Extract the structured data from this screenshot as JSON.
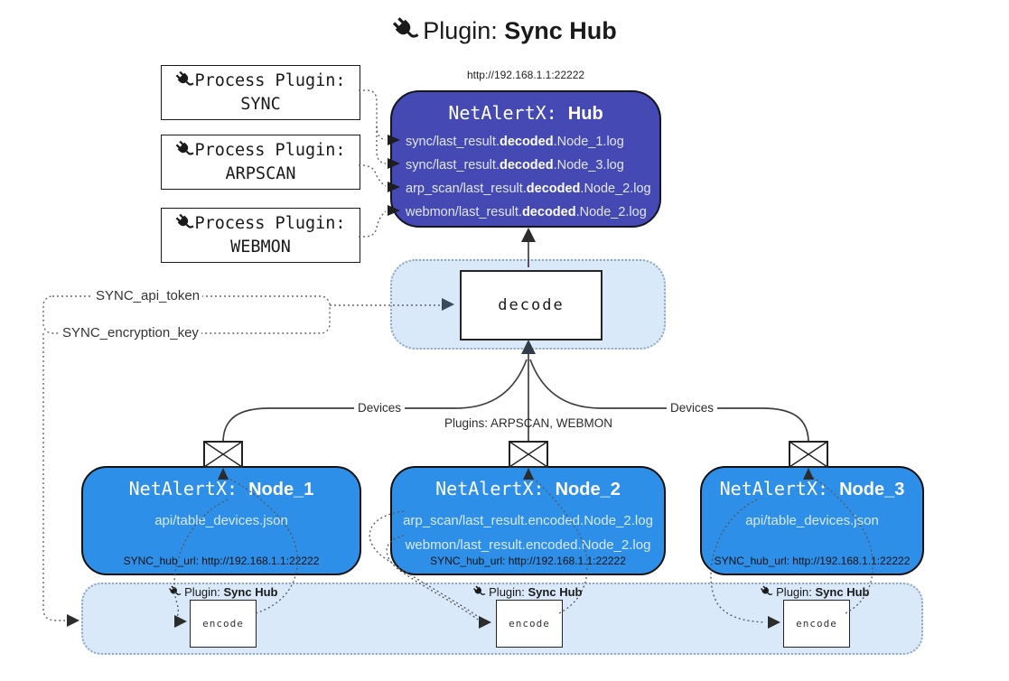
{
  "title": {
    "prefix": "Plugin:",
    "name": "Sync Hub"
  },
  "process_plugins": [
    {
      "label": "Process Plugin:",
      "name": "SYNC"
    },
    {
      "label": "Process Plugin:",
      "name": "ARPSCAN"
    },
    {
      "label": "Process Plugin:",
      "name": "WEBMON"
    }
  ],
  "hub": {
    "url": "http://192.168.1.1:22222",
    "title_prefix": "NetAlertX:",
    "title_name": "Hub",
    "logs": [
      {
        "pre": "sync/last_result.",
        "bold": "decoded",
        "post": ".Node_1.log"
      },
      {
        "pre": "sync/last_result.",
        "bold": "decoded",
        "post": ".Node_3.log"
      },
      {
        "pre": "arp_scan/last_result.",
        "bold": "decoded",
        "post": ".Node_2.log"
      },
      {
        "pre": "webmon/last_result.",
        "bold": "decoded",
        "post": ".Node_2.log"
      }
    ]
  },
  "decode": {
    "label": "decode"
  },
  "config": {
    "api_token": "SYNC_api_token",
    "encryption_key": "SYNC_encryption_key"
  },
  "edges": {
    "devices_left": "Devices",
    "devices_right": "Devices",
    "plugins_center": "Plugins: ARPSCAN, WEBMON"
  },
  "nodes": [
    {
      "title_prefix": "NetAlertX:",
      "title_name": "Node_1",
      "files": [
        "api/table_devices.json"
      ],
      "hub_url": "SYNC_hub_url: http://192.168.1.1:22222"
    },
    {
      "title_prefix": "NetAlertX:",
      "title_name": "Node_2",
      "files": [
        "arp_scan/last_result.encoded.Node_2.log",
        "webmon/last_result.encoded.Node_2.log"
      ],
      "hub_url": "SYNC_hub_url: http://192.168.1.1:22222"
    },
    {
      "title_prefix": "NetAlertX:",
      "title_name": "Node_3",
      "files": [
        "api/table_devices.json"
      ],
      "hub_url": "SYNC_hub_url: http://192.168.1.1:22222"
    }
  ],
  "encoders": [
    {
      "plugin_prefix": "Plugin:",
      "plugin_name": "Sync Hub",
      "label": "encode"
    },
    {
      "plugin_prefix": "Plugin:",
      "plugin_name": "Sync Hub",
      "label": "encode"
    },
    {
      "plugin_prefix": "Plugin:",
      "plugin_name": "Sync Hub",
      "label": "encode"
    }
  ],
  "colors": {
    "hub-bg": "#4449b4",
    "node-bg": "#2e8fe8",
    "panel-bg": "#d9e9f9",
    "panel-border": "#8fa7bb",
    "hub-text": "#e3e6f2",
    "node-file-text": "#d8eafc"
  }
}
